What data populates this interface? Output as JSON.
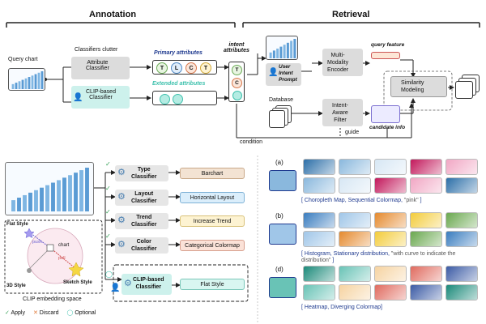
{
  "sections": {
    "annotation": "Annotation",
    "retrieval": "Retrieval"
  },
  "annotation": {
    "query_chart": "Query chart",
    "classifiers_clutter": "Classifiers clutter",
    "attribute_classifier": "Attribute\nClassifier",
    "clip_classifier": "CLIP-based\nClassifier",
    "primary_attributes": "Primary attributes",
    "extended_attributes": "Extended attributes",
    "primary_tokens": [
      "T",
      "L",
      "C",
      "T"
    ],
    "intent_attributes": "intent\nattributes",
    "intent_tokens": [
      "T",
      "C"
    ]
  },
  "retrieval": {
    "user_intent_prompt": "User\nIntent\nPrompt",
    "multi_modality_encoder": "Multi-\nModality\nEncoder",
    "query_feature": "query feature",
    "similarity_modeling": "Similarity\nModeling",
    "database": "Database",
    "intent_aware_filter": "Intent-\nAware\nFilter",
    "candidate_info": "candidate info",
    "condition": "condition",
    "guide": "guide"
  },
  "classifiers": [
    {
      "name": "Type\nClassifier",
      "result": "Barchart",
      "color": "#f3e3d3",
      "border": "#c9a98a"
    },
    {
      "name": "Layout\nClassifier",
      "result": "Horizontal Layout",
      "color": "#dbeefb",
      "border": "#7fb2d6"
    },
    {
      "name": "Trend\nClassifier",
      "result": "Increase Trend",
      "color": "#fdf3d2",
      "border": "#d8c27a"
    },
    {
      "name": "Color\nClassifier",
      "result": "Categorical Colormap",
      "color": "#fbe2d8",
      "border": "#d7a08e"
    },
    {
      "name": "CLIP-based\nClassifier",
      "result": "Flat Style",
      "color": "#d9f6f1",
      "border": "#7bc7b9"
    }
  ],
  "embedding": {
    "title": "CLIP embedding space",
    "flat": "Flat Style",
    "sketch": "Sketch Style",
    "style3d": "3D Style",
    "chart": "chart",
    "push": "push",
    "pull": "pull"
  },
  "legend": {
    "apply": "Apply",
    "discard": "Discard",
    "optional": "Optional"
  },
  "examples": [
    {
      "label": "(a)",
      "caption_pre": "[ ",
      "caption_main": "Choropleth Map, Sequential Colormap, ",
      "caption_quote": "\"pink\"",
      "caption_post": " ]"
    },
    {
      "label": "(b)",
      "caption_pre": "[ ",
      "caption_main": "Histogram, Stationary distribution, ",
      "caption_quote": "\"with curve to indicate the distribution\"",
      "caption_post": " ]"
    },
    {
      "label": "(d)",
      "caption_pre": "[ ",
      "caption_main": "Heatmap, Diverging Colormap",
      "caption_quote": "",
      "caption_post": "]"
    }
  ],
  "colors": {
    "accent_blue": "#1f3a8f",
    "teal": "#3ec1ad",
    "green_check": "#3aa35a",
    "orange_x": "#e07b39"
  }
}
